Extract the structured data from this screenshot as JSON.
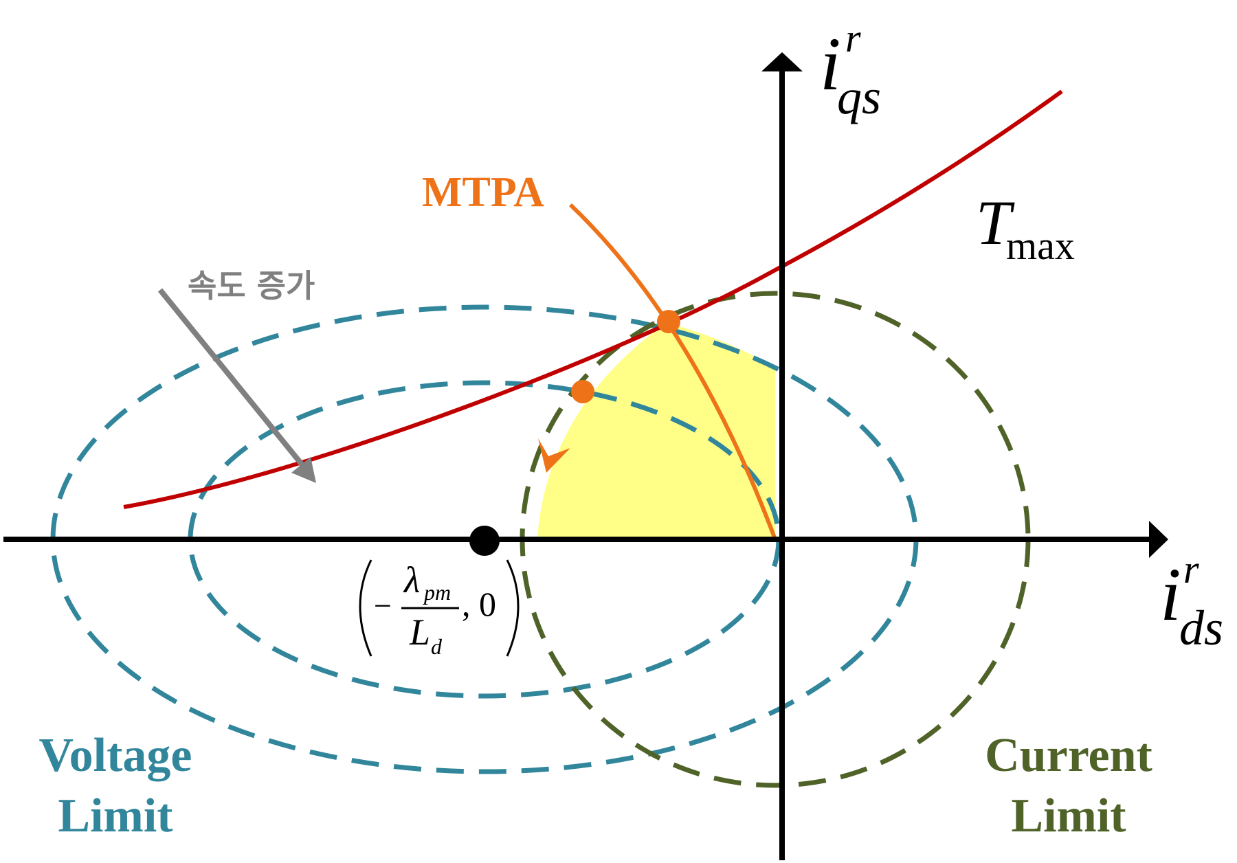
{
  "labels": {
    "iq_main": "i",
    "iq_sup": "r",
    "iq_sub": "qs",
    "id_main": "i",
    "id_sup": "r",
    "id_sub": "ds",
    "tmax_main": "T",
    "tmax_sub": "max",
    "mtpa": "MTPA",
    "speed_increase": "속도 증가",
    "voltage_limit_line1": "Voltage",
    "voltage_limit_line2": "Limit",
    "current_limit_line1": "Current",
    "current_limit_line2": "Limit",
    "center_minus": "−",
    "center_lambda": "λ",
    "center_lambda_sub": "pm",
    "center_L": "L",
    "center_L_sub": "d",
    "center_comma_zero": ", 0"
  },
  "colors": {
    "axis": "#000000",
    "torque_curve": "#c00000",
    "mtpa_curve": "#ee7218",
    "voltage_limit": "#31869b",
    "current_limit": "#4f6228",
    "operating_region": "#ffff88",
    "speed_arrow": "#808080",
    "point": "#ee7218",
    "center_point": "#000000"
  }
}
